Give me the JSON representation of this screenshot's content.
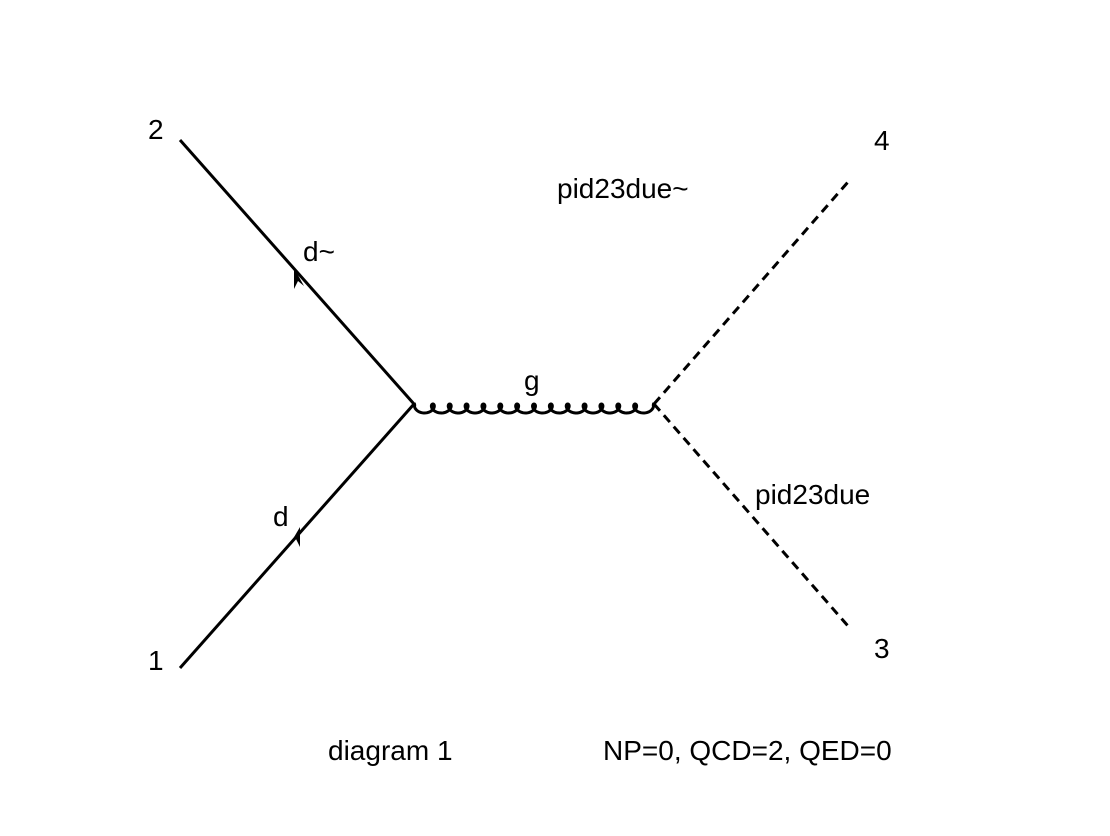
{
  "external_labels": {
    "p1": "1",
    "p2": "2",
    "p3": "3",
    "p4": "4"
  },
  "propagators": {
    "d_incoming": "d",
    "d_bar": "d~",
    "gluon": "g",
    "pid23due_bar": "pid23due~",
    "pid23due": "pid23due"
  },
  "footer": {
    "diagram_label": "diagram 1",
    "couplings": "NP=0, QCD=2, QED=0"
  },
  "colors": {
    "ink": "#000000",
    "background": "#ffffff"
  }
}
